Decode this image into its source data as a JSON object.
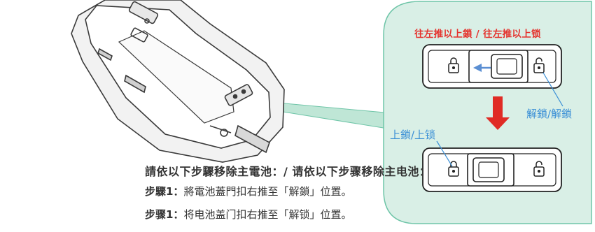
{
  "instructions": {
    "heading": "請依以下步驟移除主電池：/ 请依以下步骤移除主电池：",
    "step_trad_prefix": "步驟1：",
    "step_trad_text": "將電池蓋門扣右推至「解鎖」位置。",
    "step_simp_prefix": "步骤1：",
    "step_simp_text": "将电池盖门扣右推至「解锁」位置。"
  },
  "detail_panel": {
    "title": "往左推以上鎖 / 往左推以上锁",
    "unlock_label": "解鎖/解鎖",
    "lock_label": "上鎖/上锁"
  },
  "colors": {
    "panel_fill": "#d9efe6",
    "panel_border": "#6fc5a8",
    "title_red": "#e5322d",
    "label_blue": "#3a8fd6",
    "arrow_red": "#e02b25",
    "arrow_blue": "#5b8fd3"
  },
  "icons": {
    "lock_closed": "lock-closed-icon",
    "lock_open": "lock-open-icon",
    "arrow_left": "arrow-left-icon",
    "arrow_down": "arrow-down-icon"
  }
}
